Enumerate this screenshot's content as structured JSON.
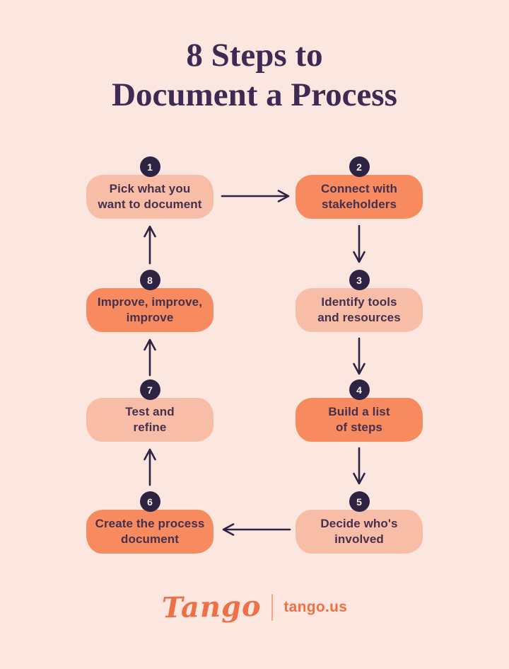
{
  "title": {
    "line1": "8 Steps to",
    "line2": "Document a Process"
  },
  "steps": [
    {
      "number": "1",
      "label": "Pick what you\nwant to document",
      "variant": "light"
    },
    {
      "number": "2",
      "label": "Connect with\nstakeholders",
      "variant": "orange"
    },
    {
      "number": "3",
      "label": "Identify tools\nand resources",
      "variant": "light"
    },
    {
      "number": "4",
      "label": "Build a list\nof steps",
      "variant": "orange"
    },
    {
      "number": "5",
      "label": "Decide who's\ninvolved",
      "variant": "light"
    },
    {
      "number": "6",
      "label": "Create the process\ndocument",
      "variant": "orange"
    },
    {
      "number": "7",
      "label": "Test and\nrefine",
      "variant": "light"
    },
    {
      "number": "8",
      "label": "Improve, improve,\nimprove",
      "variant": "orange"
    }
  ],
  "flow": {
    "connections": [
      {
        "from": "1",
        "to": "2",
        "direction": "right"
      },
      {
        "from": "2",
        "to": "3",
        "direction": "down"
      },
      {
        "from": "3",
        "to": "4",
        "direction": "down"
      },
      {
        "from": "4",
        "to": "5",
        "direction": "down"
      },
      {
        "from": "5",
        "to": "6",
        "direction": "left"
      },
      {
        "from": "6",
        "to": "7",
        "direction": "up"
      },
      {
        "from": "7",
        "to": "8",
        "direction": "up"
      },
      {
        "from": "8",
        "to": "1",
        "direction": "up"
      }
    ]
  },
  "footer": {
    "brand": "Tango",
    "url": "tango.us"
  },
  "colors": {
    "background": "#fbe6e0",
    "box_light": "#f8bda6",
    "box_orange": "#f78b5f",
    "badge_circle": "#2d2342",
    "box_text": "#45304e",
    "title_text": "#3e2a52",
    "arrow": "#2d2342",
    "brand_orange": "#ee7047",
    "separator_orange": "#f5a485"
  }
}
